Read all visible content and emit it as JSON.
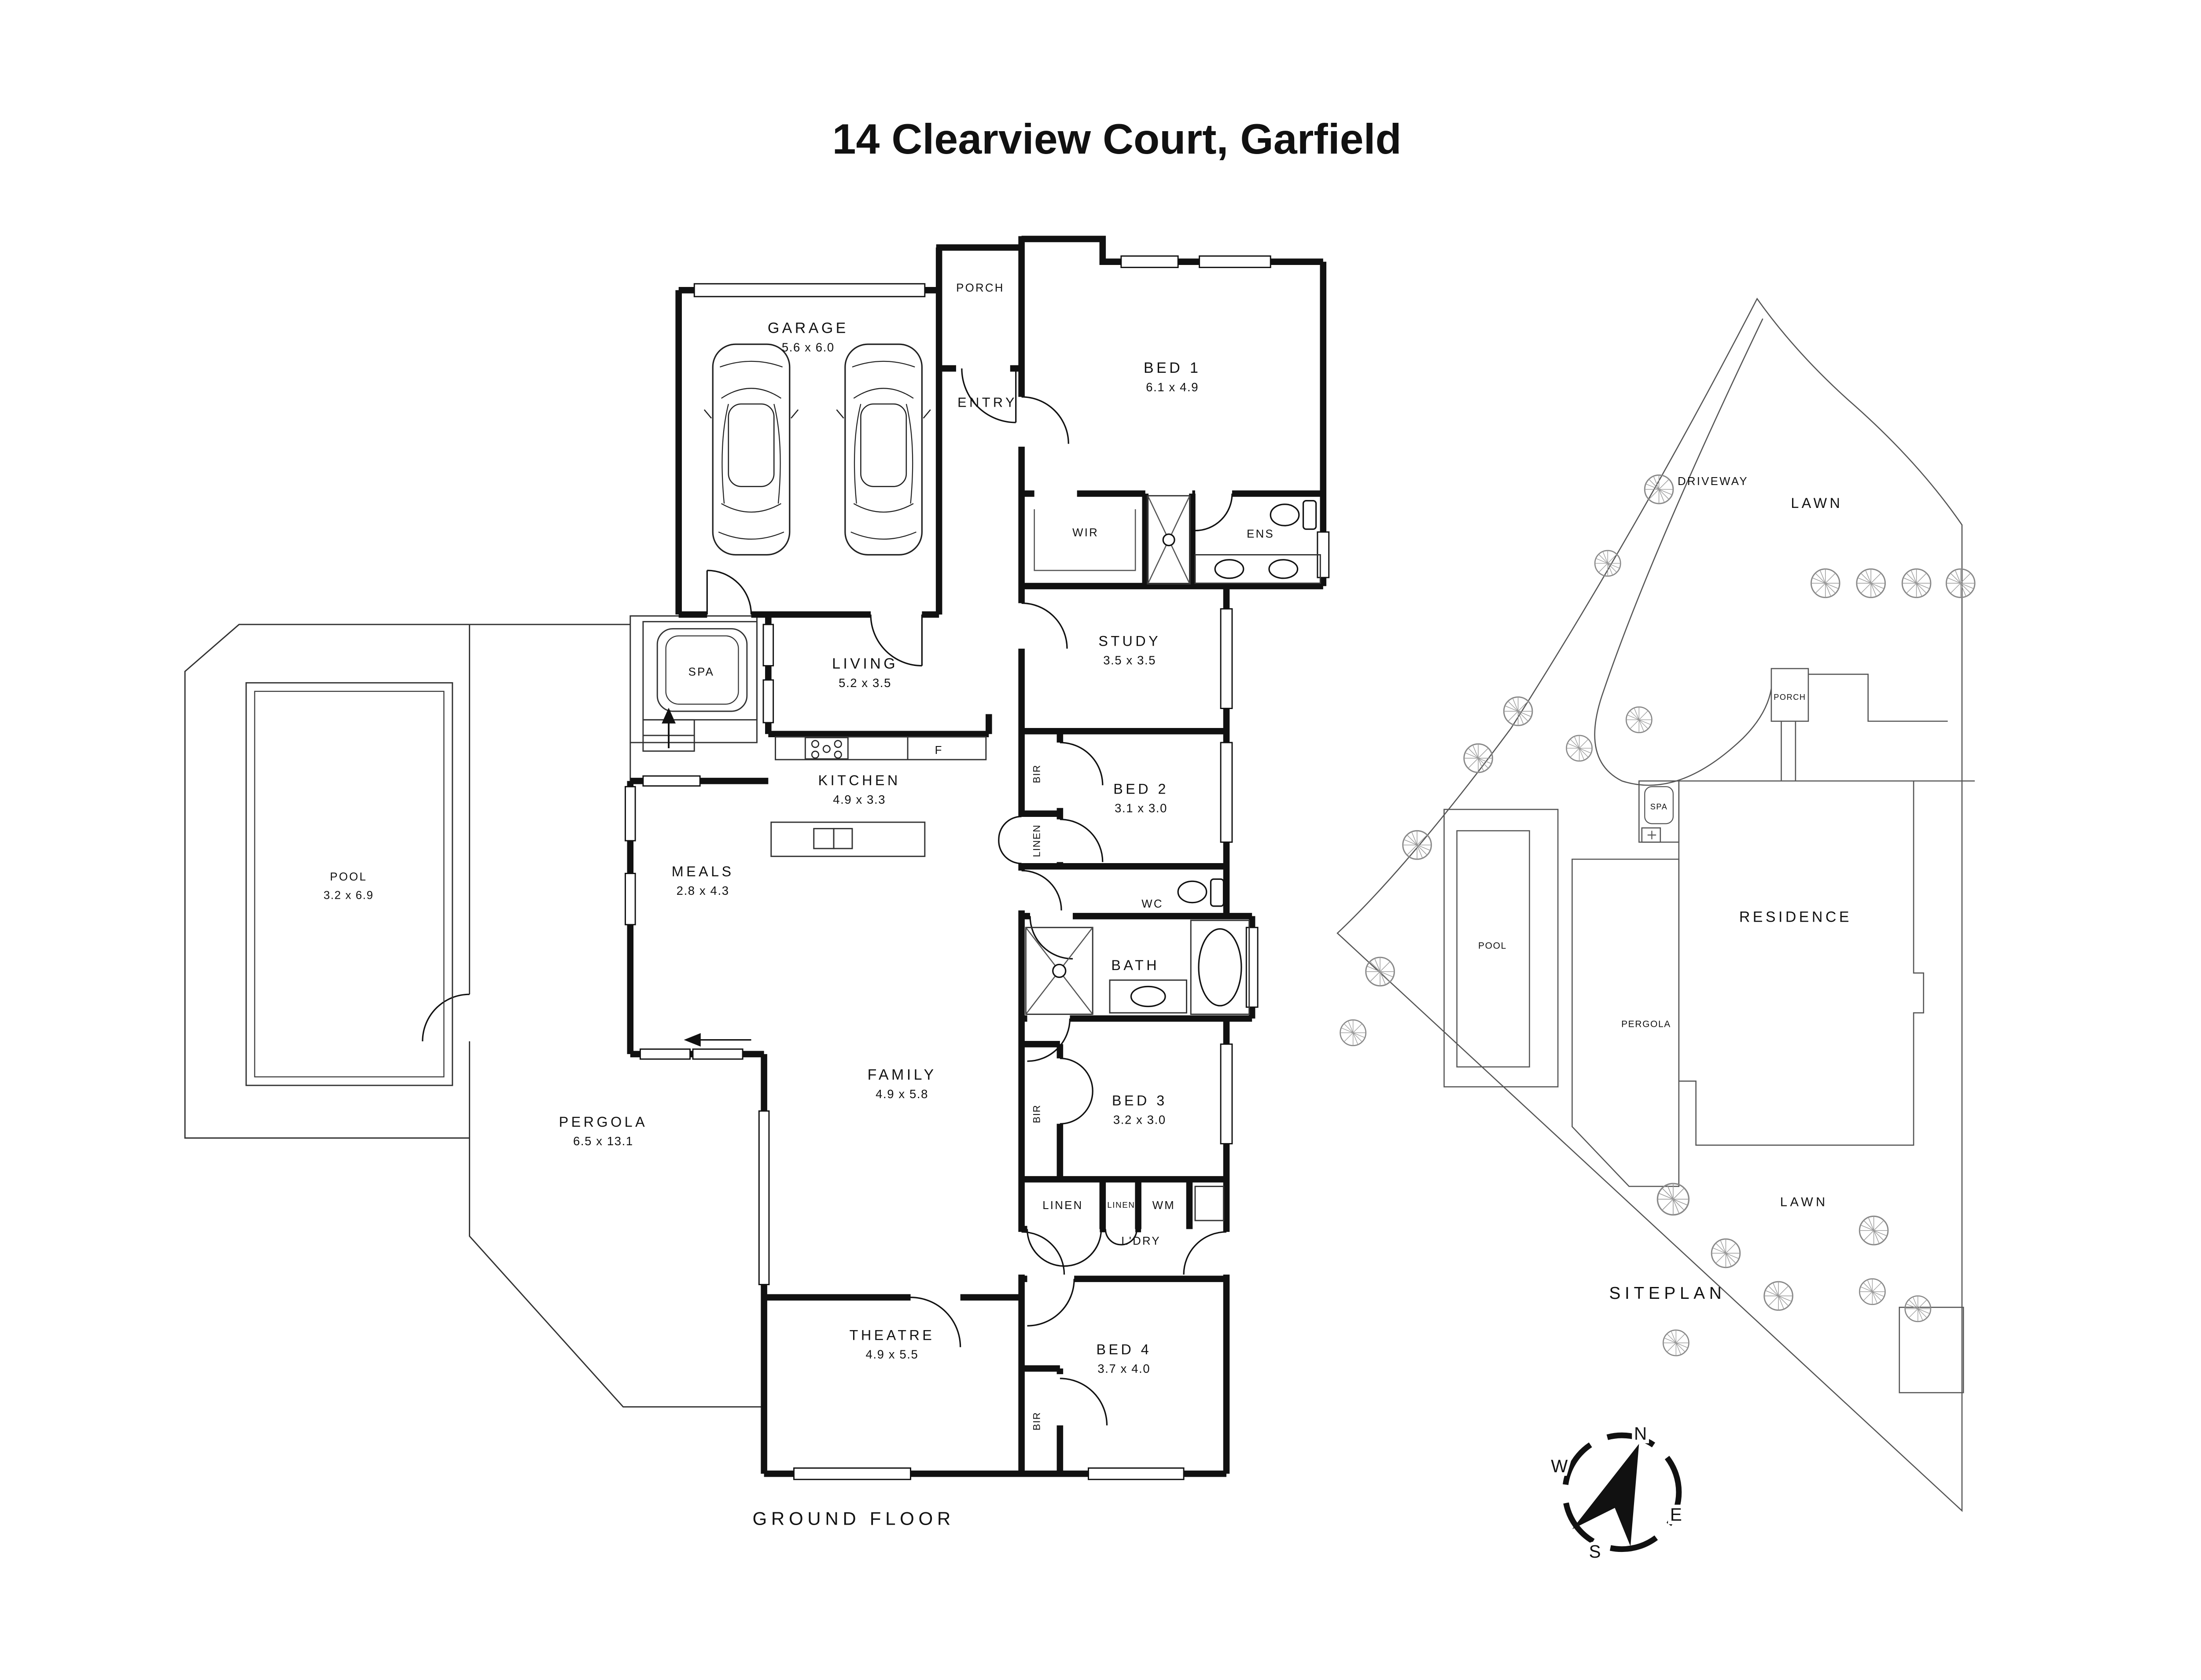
{
  "title": "14 Clearview Court, Garfield",
  "floor_plan": {
    "label": "GROUND FLOOR",
    "rooms": {
      "garage": {
        "name": "GARAGE",
        "dims": "5.6 x 6.0"
      },
      "porch": {
        "name": "PORCH"
      },
      "entry": {
        "name": "ENTRY"
      },
      "bed1": {
        "name": "BED 1",
        "dims": "6.1 x 4.9"
      },
      "wir": {
        "name": "WIR"
      },
      "ens": {
        "name": "ENS"
      },
      "study": {
        "name": "STUDY",
        "dims": "3.5 x 3.5"
      },
      "living": {
        "name": "LIVING",
        "dims": "5.2 x 3.5"
      },
      "spa": {
        "name": "SPA"
      },
      "kitchen": {
        "name": "KITCHEN",
        "dims": "4.9 x 3.3"
      },
      "fridge": {
        "name": "F"
      },
      "meals": {
        "name": "MEALS",
        "dims": "2.8 x 4.3"
      },
      "pool": {
        "name": "POOL",
        "dims": "3.2 x 6.9"
      },
      "pergola": {
        "name": "PERGOLA",
        "dims": "6.5 x 13.1"
      },
      "family": {
        "name": "FAMILY",
        "dims": "4.9 x 5.8"
      },
      "bed2": {
        "name": "BED 2",
        "dims": "3.1 x 3.0"
      },
      "wc": {
        "name": "WC"
      },
      "bath": {
        "name": "BATH"
      },
      "bed3": {
        "name": "BED 3",
        "dims": "3.2 x 3.0"
      },
      "bir": {
        "name": "BIR"
      },
      "linen": {
        "name": "LINEN"
      },
      "wm": {
        "name": "WM"
      },
      "ldry": {
        "name": "L'DRY"
      },
      "theatre": {
        "name": "THEATRE",
        "dims": "4.9 x 5.5"
      },
      "bed4": {
        "name": "BED 4",
        "dims": "3.7 x 4.0"
      }
    }
  },
  "site_plan": {
    "label": "SITEPLAN",
    "areas": {
      "driveway": "DRIVEWAY",
      "lawn_north": "LAWN",
      "porch": "PORCH",
      "spa": "SPA",
      "pool": "POOL",
      "residence": "RESIDENCE",
      "pergola": "PERGOLA",
      "lawn_south": "LAWN"
    }
  },
  "compass": {
    "north": "N",
    "south": "S",
    "east": "E",
    "west": "W"
  },
  "colors": {
    "walls": "#111111",
    "thin_lines": "#333333",
    "background": "#ffffff"
  }
}
